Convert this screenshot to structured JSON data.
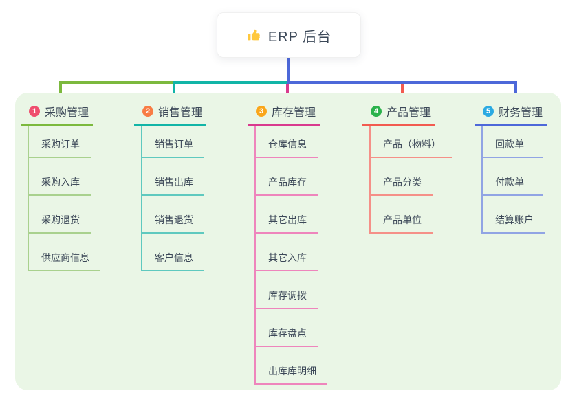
{
  "root": {
    "title": "ERP 后台",
    "icon": "thumbs-up-icon"
  },
  "panel": {
    "background": "#EAF6E6"
  },
  "text_color": "#3C4858",
  "connectors": {
    "trunk_color": "#4D68D9",
    "bus_segments": [
      {
        "color": "#7CB93E"
      },
      {
        "color": "#12B5A7"
      },
      {
        "color": "#4D68D9"
      }
    ],
    "drop_colors": [
      "#7CB93E",
      "#12B5A7",
      "#D93A8E",
      "#F25B50",
      "#4D68D9"
    ]
  },
  "branches": [
    {
      "badge": "1",
      "badge_color": "#EF4E6E",
      "label": "采购管理",
      "line_color": "#7CB93E",
      "child_line_color": "#A9D18E",
      "children": [
        {
          "label": "采购订单"
        },
        {
          "label": "采购入库"
        },
        {
          "label": "采购退货"
        },
        {
          "label": "供应商信息"
        }
      ]
    },
    {
      "badge": "2",
      "badge_color": "#F87C44",
      "label": "销售管理",
      "line_color": "#12B5A7",
      "child_line_color": "#5FC9BF",
      "children": [
        {
          "label": "销售订单"
        },
        {
          "label": "销售出库"
        },
        {
          "label": "销售退货"
        },
        {
          "label": "客户信息"
        }
      ]
    },
    {
      "badge": "3",
      "badge_color": "#FAA61A",
      "label": "库存管理",
      "line_color": "#D93A8E",
      "child_line_color": "#EE85BC",
      "children": [
        {
          "label": "仓库信息"
        },
        {
          "label": "产品库存"
        },
        {
          "label": "其它出库"
        },
        {
          "label": "其它入库"
        },
        {
          "label": "库存调拨"
        },
        {
          "label": "库存盘点"
        },
        {
          "label": "出库库明细"
        }
      ]
    },
    {
      "badge": "4",
      "badge_color": "#2BB24C",
      "label": "产品管理",
      "line_color": "#F25B50",
      "child_line_color": "#F59088",
      "children": [
        {
          "label": "产品（物料）"
        },
        {
          "label": "产品分类"
        },
        {
          "label": "产品单位"
        }
      ]
    },
    {
      "badge": "5",
      "badge_color": "#2BAAE2",
      "label": "财务管理",
      "line_color": "#4D68D9",
      "child_line_color": "#91A4E4",
      "children": [
        {
          "label": "回款单"
        },
        {
          "label": "付款单"
        },
        {
          "label": "结算账户"
        }
      ]
    }
  ]
}
